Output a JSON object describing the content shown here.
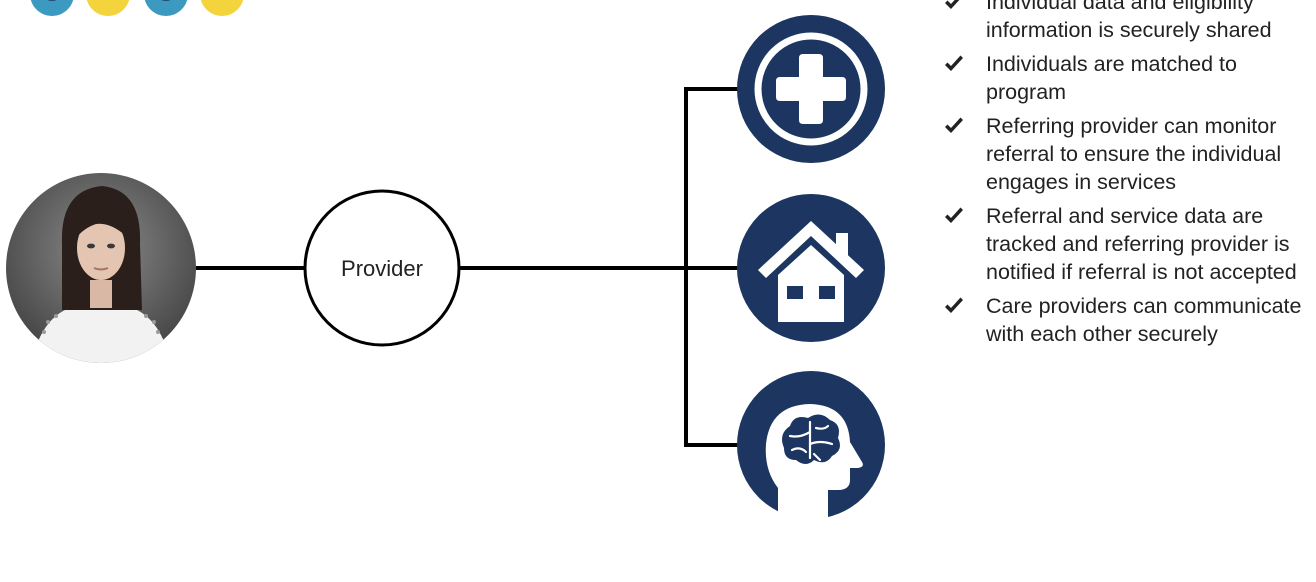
{
  "provider": {
    "label": "Provider"
  },
  "services": [
    {
      "name": "health-plus",
      "icon": "medical-cross-icon"
    },
    {
      "name": "housing",
      "icon": "house-icon"
    },
    {
      "name": "mental-health",
      "icon": "brain-head-icon"
    }
  ],
  "checklist": [
    "Individual data and eligibility information is securely shared",
    "Individuals are matched to program",
    "Referring provider can monitor referral to ensure the individual engages in services",
    "Referral and service data are tracked and referring provider is notified if referral is not accepted",
    "Care providers can communicate with each other securely"
  ],
  "colors": {
    "navy": "#1c3661",
    "line": "#000000",
    "logo_teal": "#3c9ac0",
    "logo_yellow": "#f4d43c"
  },
  "icons": {
    "person": "person-photo",
    "check": "check-icon"
  }
}
